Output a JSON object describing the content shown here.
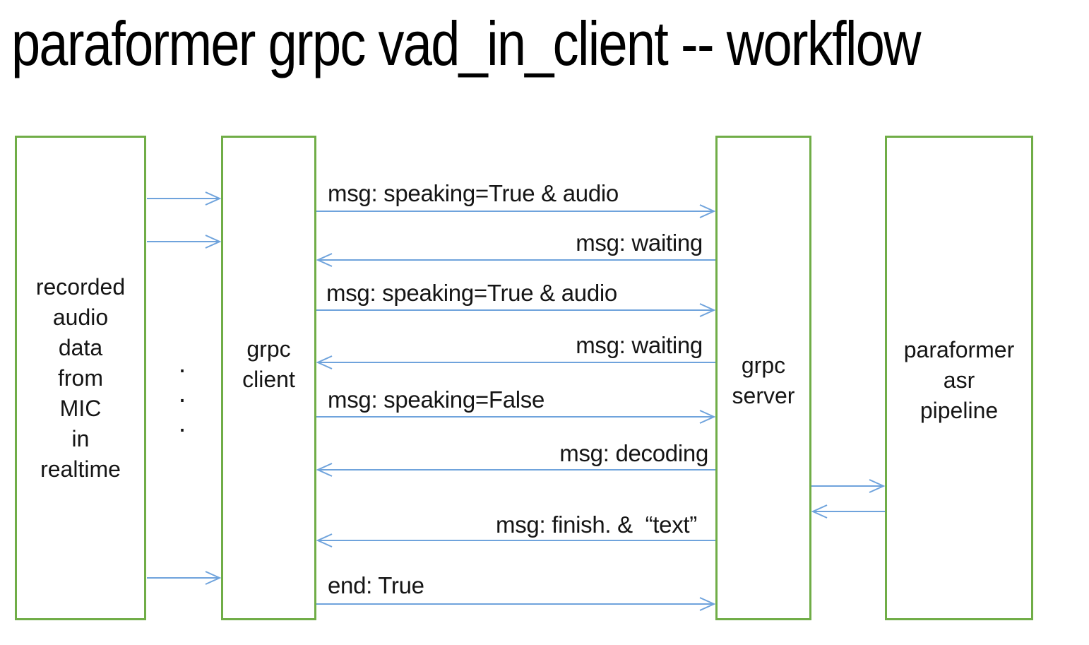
{
  "title": "paraformer grpc vad_in_client -- workflow",
  "colors": {
    "box_border": "#70AD47",
    "arrow": "#6FA3DC",
    "text": "#151515"
  },
  "nodes": {
    "mic": {
      "label": "recorded\naudio\ndata\nfrom\nMIC\nin\nrealtime"
    },
    "client": {
      "label": "grpc\nclient"
    },
    "server": {
      "label": "grpc\nserver"
    },
    "paraformer": {
      "label": "paraformer\nasr\npipeline"
    }
  },
  "ellipsis": ".\n.\n.",
  "messages": [
    {
      "label": "msg: speaking=True & audio",
      "from": "grpc client",
      "to": "grpc server"
    },
    {
      "label": "msg: waiting",
      "from": "grpc server",
      "to": "grpc client"
    },
    {
      "label": "msg: speaking=True & audio",
      "from": "grpc client",
      "to": "grpc server"
    },
    {
      "label": "msg: waiting",
      "from": "grpc server",
      "to": "grpc client"
    },
    {
      "label": "msg: speaking=False",
      "from": "grpc client",
      "to": "grpc server"
    },
    {
      "label": "msg: decoding",
      "from": "grpc server",
      "to": "grpc client"
    },
    {
      "label": "msg: finish. &  “text”",
      "from": "grpc server",
      "to": "grpc client"
    },
    {
      "label": "end: True",
      "from": "grpc client",
      "to": "grpc server"
    }
  ]
}
